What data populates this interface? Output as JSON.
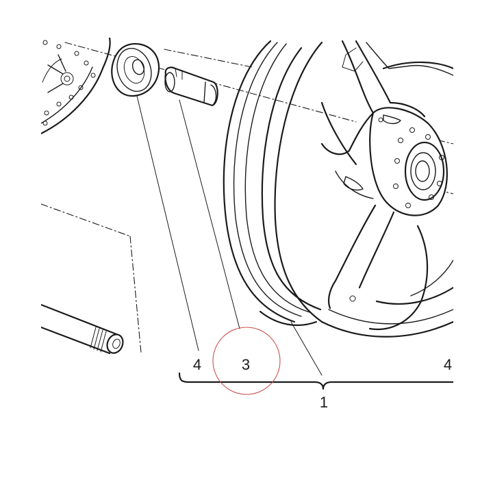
{
  "diagram": {
    "callouts": {
      "bearing_left": "4",
      "spacer": "3",
      "bearing_right": "4",
      "wheel_assembly": "1"
    },
    "highlight_color": "#c8504f"
  }
}
